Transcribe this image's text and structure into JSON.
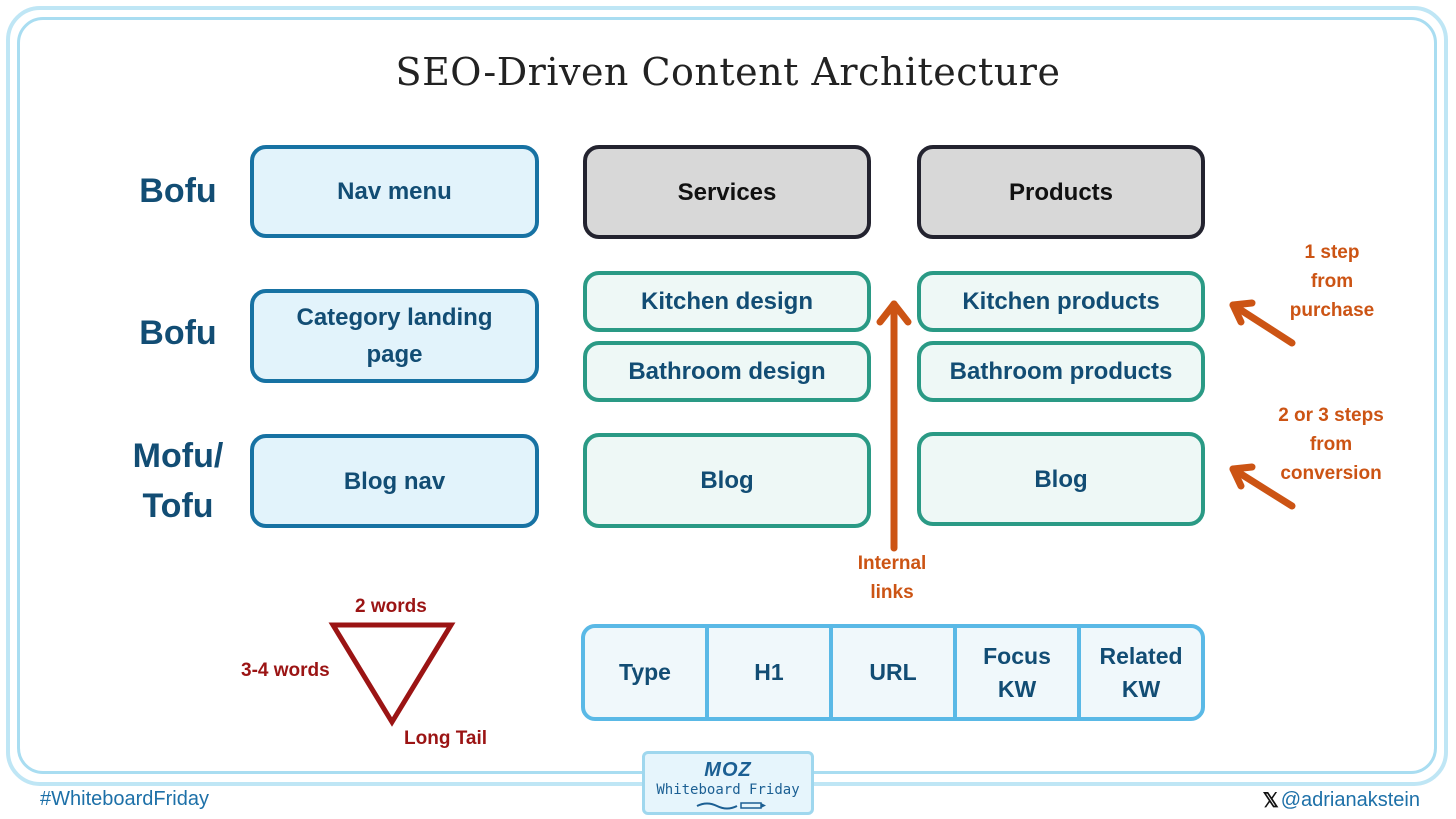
{
  "title": "SEO-Driven Content Architecture",
  "rows": {
    "bofu_1": "Bofu",
    "bofu_2": "Bofu",
    "mofu_tofu_line1": "Mofu/",
    "mofu_tofu_line2": "Tofu"
  },
  "nav_column": {
    "nav_menu": "Nav menu",
    "category_line1": "Category landing",
    "category_line2": "page",
    "blog_nav": "Blog nav"
  },
  "services_column": {
    "header": "Services",
    "kitchen": "Kitchen design",
    "bathroom": "Bathroom design",
    "blog": "Blog"
  },
  "products_column": {
    "header": "Products",
    "kitchen": "Kitchen products",
    "bathroom": "Bathroom products",
    "blog": "Blog"
  },
  "annotations": {
    "one_step_line1": "1 step",
    "one_step_line2": "from",
    "one_step_line3": "purchase",
    "two_three_line1": "2 or 3 steps",
    "two_three_line2": "from",
    "two_three_line3": "conversion",
    "internal_line1": "Internal",
    "internal_line2": "links"
  },
  "keyword_funnel": {
    "top": "2 words",
    "middle": "3-4 words",
    "bottom": "Long Tail"
  },
  "table_headers": [
    {
      "line1": "Type",
      "line2": ""
    },
    {
      "line1": "H1",
      "line2": ""
    },
    {
      "line1": "URL",
      "line2": ""
    },
    {
      "line1": "Focus",
      "line2": "KW"
    },
    {
      "line1": "Related",
      "line2": "KW"
    }
  ],
  "footer": {
    "hashtag": "#WhiteboardFriday",
    "handle": "@adrianakstein",
    "badge_logo": "MOZ",
    "badge_text": "Whiteboard Friday"
  },
  "colors": {
    "nav_border": "#1772a3",
    "gray_border": "#23232f",
    "teal_border": "#2a9a85",
    "orange": "#cc5414",
    "dark_red": "#9b1414",
    "label_blue": "#124d74"
  },
  "icons": [
    "x-logo-icon",
    "pen-icon",
    "up-arrow-icon",
    "diagonal-arrow-icon",
    "inverted-triangle-icon"
  ]
}
